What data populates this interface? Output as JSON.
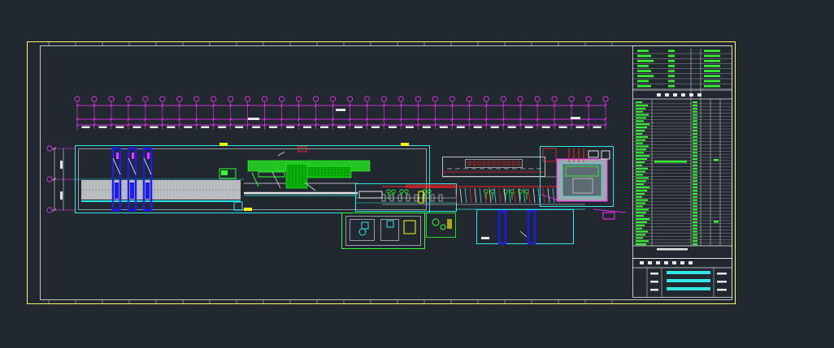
{
  "drawing": {
    "background": "#212830",
    "frame_color": "#ffff66",
    "line_colors": {
      "white": "#e6e6e6",
      "magenta": "#ff33ff",
      "cyan": "#33e6e6",
      "green": "#00e000",
      "bright_green": "#33ff33",
      "blue": "#1a1aff",
      "red": "#ff2222",
      "yellow": "#ffff00"
    },
    "grid_bubble_count": 32,
    "row_bubble_count": 3,
    "legend_row_count": 46
  }
}
